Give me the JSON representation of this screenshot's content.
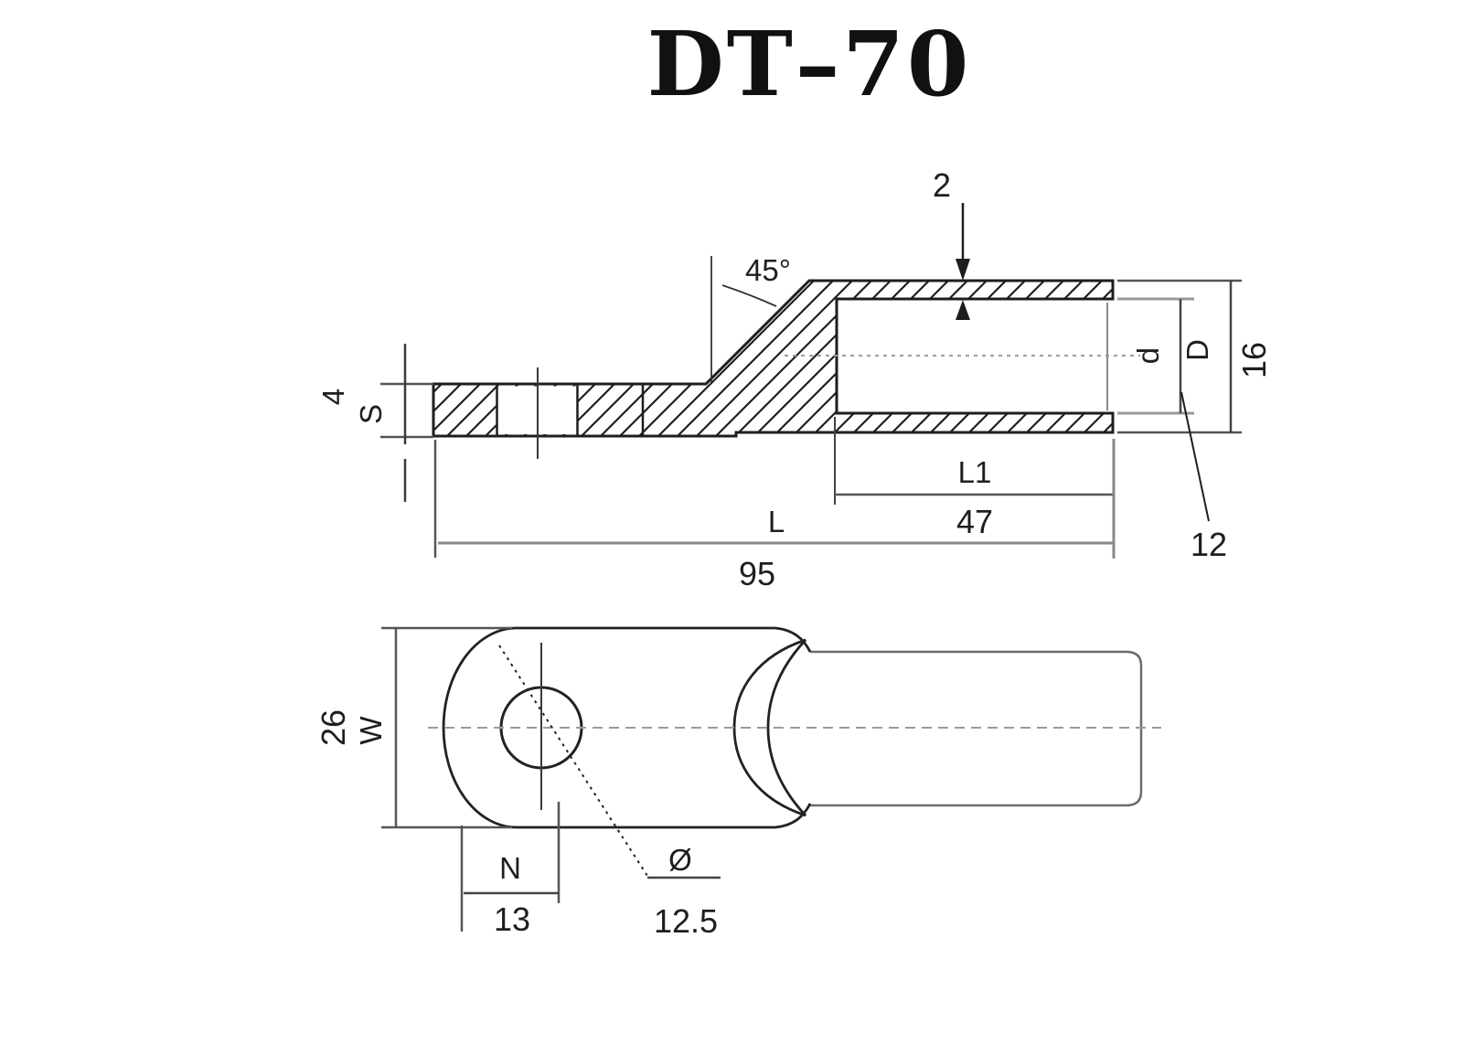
{
  "title": "DT–70",
  "side_view": {
    "wall_thickness_value": "2",
    "chamfer_angle": "45°",
    "palm_thickness_value": "4",
    "palm_thickness_symbol": "S",
    "bore_depth_symbol": "L1",
    "bore_depth_value": "47",
    "overall_length_symbol": "L",
    "overall_length_value": "95",
    "bore_diameter_symbol": "d",
    "bore_diameter_value": "12",
    "outer_diameter_symbol": "D",
    "outer_diameter_value": "16"
  },
  "top_view": {
    "palm_width_symbol": "W",
    "palm_width_value": "26",
    "hole_offset_symbol": "N",
    "hole_offset_value": "13",
    "hole_diameter_symbol": "Ø",
    "hole_diameter_value": "12.5"
  },
  "colors": {
    "outline": "#1e1e1e",
    "dimension_line": "#555555",
    "light_line": "#999999",
    "background": "#ffffff"
  }
}
